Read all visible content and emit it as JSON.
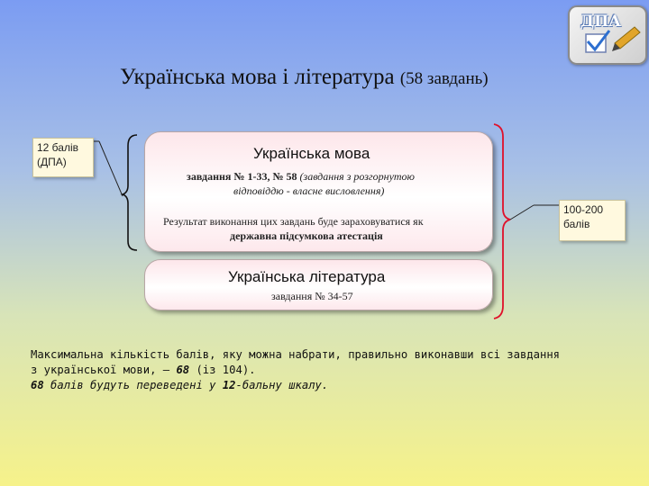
{
  "logo": {
    "text": "ДПА"
  },
  "title": {
    "main": "Українська мова і література",
    "sub": "(58 завдань)"
  },
  "callout_left": {
    "line1": "12 балів",
    "line2": "(ДПА)"
  },
  "callout_right": {
    "line1": "100-200",
    "line2": "балів"
  },
  "box_language": {
    "heading": "Українська мова",
    "tasks_prefix": "завдання № 1-33, № 58",
    "tasks_note_1": "(завдання з розгорнутою",
    "tasks_note_2": "відповіддю - власне висловлення)",
    "result_line1": "Результат виконання цих завдань буде зараховуватися як",
    "result_line2": "державна підсумкова атестація"
  },
  "box_literature": {
    "heading": "Українська література",
    "tasks": "завдання № 34-57"
  },
  "bottom": {
    "line1": "Максимальна кількість балів, яку можна набрати, правильно виконавши всі завдання",
    "line2_prefix": "з української мови, – ",
    "line2_num": "68",
    "line2_suffix": " (із 104).",
    "line3_num1": "68",
    "line3_mid": " балів будуть переведені у ",
    "line3_num2": "12",
    "line3_suffix": "-бальну шкалу."
  },
  "colors": {
    "bracket_red": "#e0102a",
    "box_border": "#b8a6a6"
  }
}
